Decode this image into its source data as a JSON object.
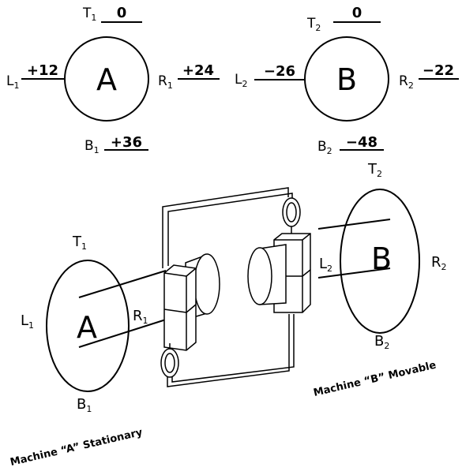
{
  "dial_a": {
    "letter": "A",
    "top": {
      "label": "T",
      "sub": "1",
      "value": "0"
    },
    "left": {
      "label": "L",
      "sub": "1",
      "value": "+12"
    },
    "right": {
      "label": "R",
      "sub": "1",
      "value": "+24"
    },
    "bottom": {
      "label": "B",
      "sub": "1",
      "value": "+36"
    }
  },
  "dial_b": {
    "letter": "B",
    "top": {
      "label": "T",
      "sub": "2",
      "value": "0"
    },
    "left": {
      "label": "L",
      "sub": "2",
      "value": "−26"
    },
    "right": {
      "label": "R",
      "sub": "2",
      "value": "−22"
    },
    "bottom": {
      "label": "B",
      "sub": "2",
      "value": "−48"
    }
  },
  "machine_a": {
    "letter": "A",
    "top": {
      "label": "T",
      "sub": "1"
    },
    "left": {
      "label": "L",
      "sub": "1"
    },
    "right": {
      "label": "R",
      "sub": "1"
    },
    "bottom": {
      "label": "B",
      "sub": "1"
    },
    "caption": "Machine “A” Stationary"
  },
  "machine_b": {
    "letter": "B",
    "top": {
      "label": "T",
      "sub": "2"
    },
    "left": {
      "label": "L",
      "sub": "2"
    },
    "right": {
      "label": "R",
      "sub": "2"
    },
    "bottom": {
      "label": "B",
      "sub": "2"
    },
    "caption": "Machine “B” Movable"
  }
}
